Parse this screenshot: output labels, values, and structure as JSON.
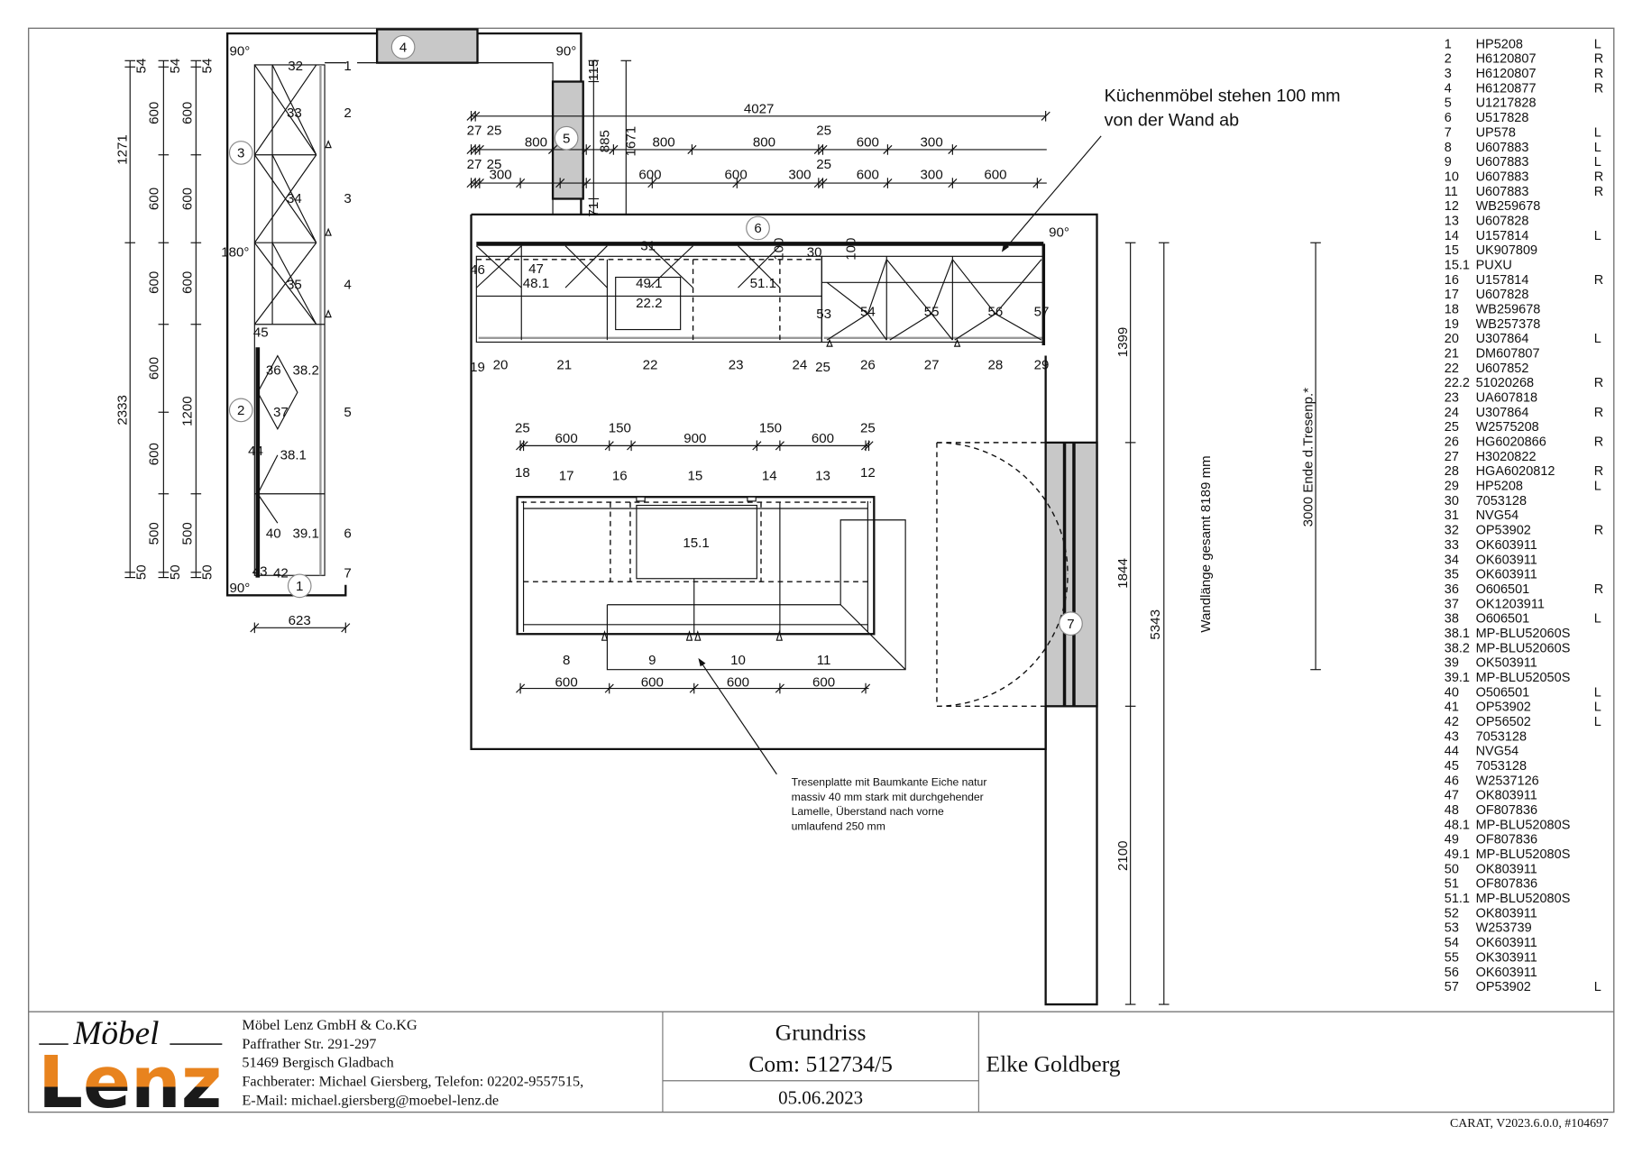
{
  "plan": {
    "markers": [
      "1",
      "2",
      "3",
      "4",
      "5",
      "6",
      "7"
    ],
    "angles": [
      "90°",
      "180°",
      "90°",
      "90°",
      "90°"
    ],
    "cabinet_labels": [
      "32",
      "33",
      "34",
      "35",
      "45",
      "36",
      "38.2",
      "37",
      "44",
      "38.1",
      "40",
      "39.1",
      "43",
      "42",
      "1",
      "2",
      "3",
      "4",
      "5",
      "6",
      "7",
      "31",
      "30",
      "46",
      "47",
      "48.1",
      "49.1",
      "51.1",
      "22.2",
      "53",
      "54",
      "55",
      "56",
      "57",
      "19",
      "20",
      "21",
      "22",
      "23",
      "24",
      "25",
      "26",
      "27",
      "28",
      "29",
      "18",
      "17",
      "16",
      "15",
      "14",
      "13",
      "12",
      "15.1",
      "8",
      "9",
      "10",
      "11"
    ],
    "dimensions": [
      "54",
      "1271",
      "2333",
      "50",
      "54",
      "600",
      "600",
      "600",
      "600",
      "600",
      "500",
      "50",
      "54",
      "600",
      "600",
      "600",
      "1200",
      "500",
      "50",
      "623",
      "4027",
      "27",
      "25",
      "800",
      "885",
      "1671",
      "800",
      "800",
      "25",
      "600",
      "300",
      "27",
      "25",
      "300",
      "600",
      "600",
      "300",
      "25",
      "600",
      "300",
      "600",
      "115",
      "71",
      "100",
      "100",
      "25",
      "600",
      "150",
      "900",
      "150",
      "600",
      "25",
      "600",
      "600",
      "600",
      "600",
      "1399",
      "1844",
      "2100",
      "5343",
      "Wandlänge gesamt 8189 mm",
      "3000 Ende d.Tresenp.*"
    ],
    "note_wall": [
      "Küchenmöbel stehen 100 mm",
      "von der Wand ab"
    ],
    "note_counter": [
      "Tresenplatte mit Baumkante Eiche natur",
      "massiv 40 mm stark mit durchgehender",
      "Lamelle, Überstand nach vorne",
      "umlaufend 250 mm"
    ]
  },
  "parts_list": [
    [
      "1",
      "HP5208",
      "L"
    ],
    [
      "2",
      "H6120807",
      "R"
    ],
    [
      "3",
      "H6120807",
      "R"
    ],
    [
      "4",
      "H6120877",
      "R"
    ],
    [
      "5",
      "U1217828",
      ""
    ],
    [
      "6",
      "U517828",
      ""
    ],
    [
      "7",
      "UP578",
      "L"
    ],
    [
      "8",
      "U607883",
      "L"
    ],
    [
      "9",
      "U607883",
      "L"
    ],
    [
      "10",
      "U607883",
      "R"
    ],
    [
      "11",
      "U607883",
      "R"
    ],
    [
      "12",
      "WB259678",
      ""
    ],
    [
      "13",
      "U607828",
      ""
    ],
    [
      "14",
      "U157814",
      "L"
    ],
    [
      "15",
      "UK907809",
      ""
    ],
    [
      "15.1",
      "PUXU",
      ""
    ],
    [
      "16",
      "U157814",
      "R"
    ],
    [
      "17",
      "U607828",
      ""
    ],
    [
      "18",
      "WB259678",
      ""
    ],
    [
      "19",
      "WB257378",
      ""
    ],
    [
      "20",
      "U307864",
      "L"
    ],
    [
      "21",
      "DM607807",
      ""
    ],
    [
      "22",
      "U607852",
      ""
    ],
    [
      "22.2",
      "51020268",
      "R"
    ],
    [
      "23",
      "UA607818",
      ""
    ],
    [
      "24",
      "U307864",
      "R"
    ],
    [
      "25",
      "W2575208",
      ""
    ],
    [
      "26",
      "HG6020866",
      "R"
    ],
    [
      "27",
      "H3020822",
      ""
    ],
    [
      "28",
      "HGA6020812",
      "R"
    ],
    [
      "29",
      "HP5208",
      "L"
    ],
    [
      "30",
      "7053128",
      ""
    ],
    [
      "31",
      "NVG54",
      ""
    ],
    [
      "32",
      "OP53902",
      "R"
    ],
    [
      "33",
      "OK603911",
      ""
    ],
    [
      "34",
      "OK603911",
      ""
    ],
    [
      "35",
      "OK603911",
      ""
    ],
    [
      "36",
      "O606501",
      "R"
    ],
    [
      "37",
      "OK1203911",
      ""
    ],
    [
      "38",
      "O606501",
      "L"
    ],
    [
      "38.1",
      "MP-BLU52060S",
      ""
    ],
    [
      "38.2",
      "MP-BLU52060S",
      ""
    ],
    [
      "39",
      "OK503911",
      ""
    ],
    [
      "39.1",
      "MP-BLU52050S",
      ""
    ],
    [
      "40",
      "O506501",
      "L"
    ],
    [
      "41",
      "OP53902",
      "L"
    ],
    [
      "42",
      "OP56502",
      "L"
    ],
    [
      "43",
      "7053128",
      ""
    ],
    [
      "44",
      "NVG54",
      ""
    ],
    [
      "45",
      "7053128",
      ""
    ],
    [
      "46",
      "W2537126",
      ""
    ],
    [
      "47",
      "OK803911",
      ""
    ],
    [
      "48",
      "OF807836",
      ""
    ],
    [
      "48.1",
      "MP-BLU52080S",
      ""
    ],
    [
      "49",
      "OF807836",
      ""
    ],
    [
      "49.1",
      "MP-BLU52080S",
      ""
    ],
    [
      "50",
      "OK803911",
      ""
    ],
    [
      "51",
      "OF807836",
      ""
    ],
    [
      "51.1",
      "MP-BLU52080S",
      ""
    ],
    [
      "52",
      "OK803911",
      ""
    ],
    [
      "53",
      "W253739",
      ""
    ],
    [
      "54",
      "OK603911",
      ""
    ],
    [
      "55",
      "OK303911",
      ""
    ],
    [
      "56",
      "OK603911",
      ""
    ],
    [
      "57",
      "OP53902",
      "L"
    ]
  ],
  "title_block": {
    "logo_top": "Möbel",
    "logo_main": "Lenz",
    "company_lines": [
      "Möbel Lenz GmbH & Co.KG",
      "Paffrather Str. 291-297",
      "51469 Bergisch Gladbach",
      "Fachberater: Michael Giersberg, Telefon: 02202-9557515,",
      "E-Mail: michael.giersberg@moebel-lenz.de"
    ],
    "title": "Grundriss",
    "commission": "Com: 512734/5",
    "date": "05.06.2023",
    "customer": "Elke Goldberg",
    "software": "CARAT,  V2023.6.0.0,  #104697"
  },
  "colors": {
    "logo_orange": "#e8831e",
    "logo_black": "#1a1a1a",
    "element_fill": "#c8c8c8"
  }
}
